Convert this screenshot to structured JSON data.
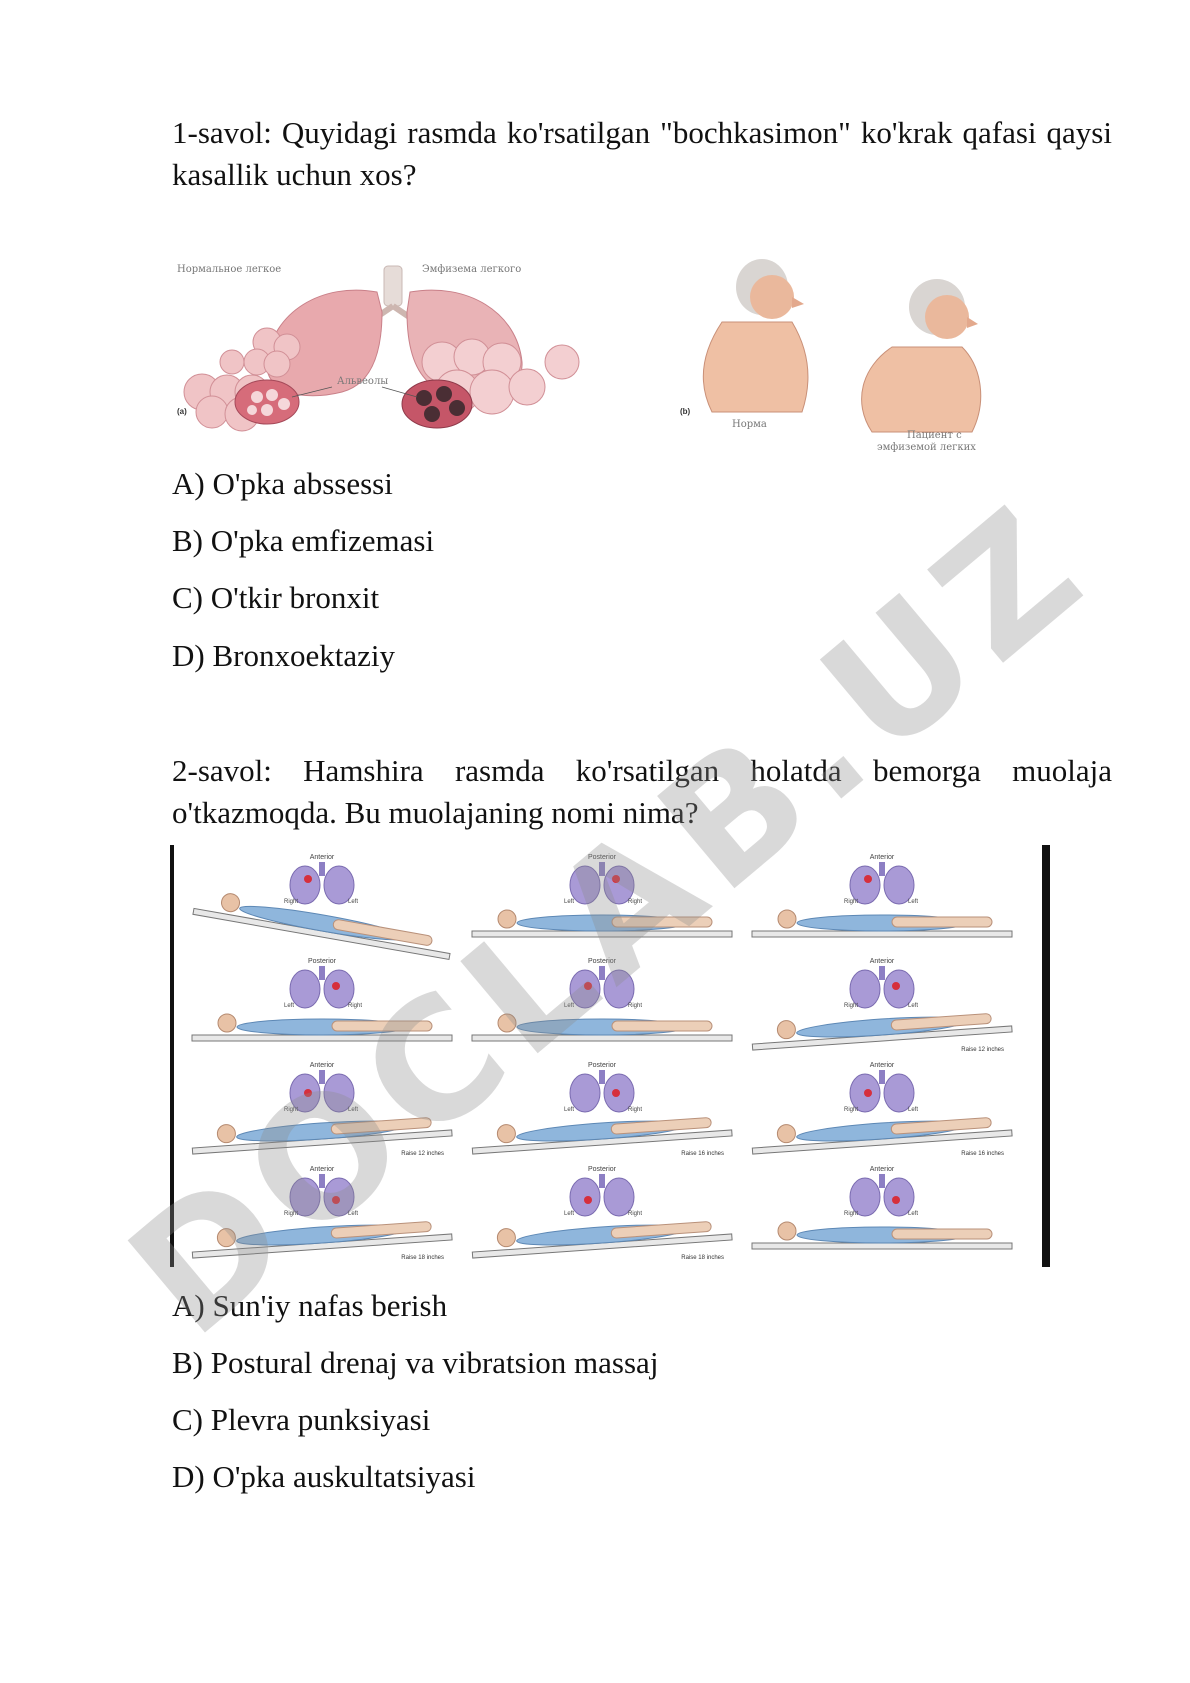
{
  "questions": [
    {
      "text": "1-savol: Quyidagi rasmda ko'rsatilgan \"bochkasimon\" ko'krak qafasi qaysi kasallik uchun xos?",
      "figure": {
        "labels": {
          "normal_lung": "Нормальное легкое",
          "emphysema_lung": "Эмфизема легкого",
          "alveoli": "Альвеолы",
          "panel_a": "(a)",
          "panel_b": "(b)",
          "norm": "Норма",
          "patient_line1": "Пациент с",
          "patient_line2": "эмфиземой легких"
        }
      },
      "options": [
        "A) O'pka abssessi",
        "B) O'pka emfizemasi",
        "C) O'tkir bronxit",
        "D) Bronxoektaziy"
      ]
    },
    {
      "text": "2-savol: Hamshira rasmda ko'rsatilgan holatda bemorga muolaja o'tkazmoqda. Bu muolajaning nomi nima?",
      "figure": {
        "cells": [
          {
            "view": "Anterior",
            "left": "Right",
            "right": "Left",
            "raise": ""
          },
          {
            "view": "Posterior",
            "left": "Left",
            "right": "Right",
            "raise": ""
          },
          {
            "view": "Anterior",
            "left": "Right",
            "right": "Left",
            "raise": ""
          },
          {
            "view": "Posterior",
            "left": "Left",
            "right": "Right",
            "raise": ""
          },
          {
            "view": "Posterior",
            "left": "Left",
            "right": "Right",
            "raise": ""
          },
          {
            "view": "Anterior",
            "left": "Right",
            "right": "Left",
            "raise": "Raise 12 inches"
          },
          {
            "view": "Anterior",
            "left": "Right",
            "right": "Left",
            "raise": "Raise 12 inches"
          },
          {
            "view": "Posterior",
            "left": "Left",
            "right": "Right",
            "raise": "Raise 16 inches"
          },
          {
            "view": "Anterior",
            "left": "Right",
            "right": "Left",
            "raise": "Raise 16 inches"
          },
          {
            "view": "Anterior",
            "left": "Right",
            "right": "Left",
            "raise": "Raise 18 inches"
          },
          {
            "view": "Posterior",
            "left": "Left",
            "right": "Right",
            "raise": "Raise 18 inches"
          },
          {
            "view": "Anterior",
            "left": "Right",
            "right": "Left",
            "raise": ""
          }
        ]
      },
      "options": [
        "A) Sun'iy nafas berish",
        "B) Postural drenaj va vibratsion massaj",
        "C) Plevra punksiyasi",
        "D) O'pka auskultatsiyasi"
      ]
    }
  ],
  "watermark": "DOCLAB.UZ",
  "colors": {
    "lung_pink": "#e8a9ad",
    "lung_purple": "#a99ad6",
    "patient_blue": "#8fb6dc",
    "watermark_gray": "#8c8c8c"
  }
}
